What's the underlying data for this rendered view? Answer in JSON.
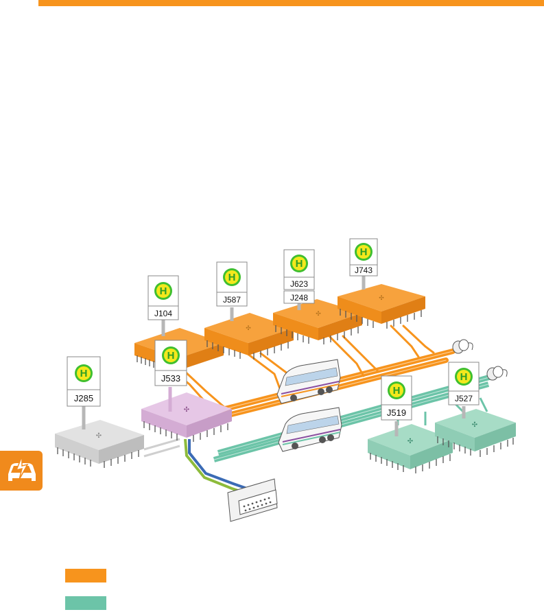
{
  "colors": {
    "accent": "#f7941d",
    "orange_bus": "#f7941d",
    "teal_bus": "#6cc4a8",
    "gateway_purple": "#dcb8dc",
    "gray_module": "#d9d9d9",
    "sign_green": "#3fbf2f",
    "sign_yellow": "#f3e81c"
  },
  "icons": {
    "side_badge": "car-electric-icon",
    "stop_sign": "bus-stop-h-icon",
    "bus": "bus-icon",
    "connector": "diagnostic-connector-icon",
    "terminator": "bus-terminator-icon"
  },
  "stop_letter": "H",
  "modules": {
    "j104": "J104",
    "j587": "J587",
    "j623": "J623",
    "j248": "J248",
    "j743": "J743",
    "j533": "J533",
    "j285": "J285",
    "j519": "J519",
    "j527": "J527"
  }
}
